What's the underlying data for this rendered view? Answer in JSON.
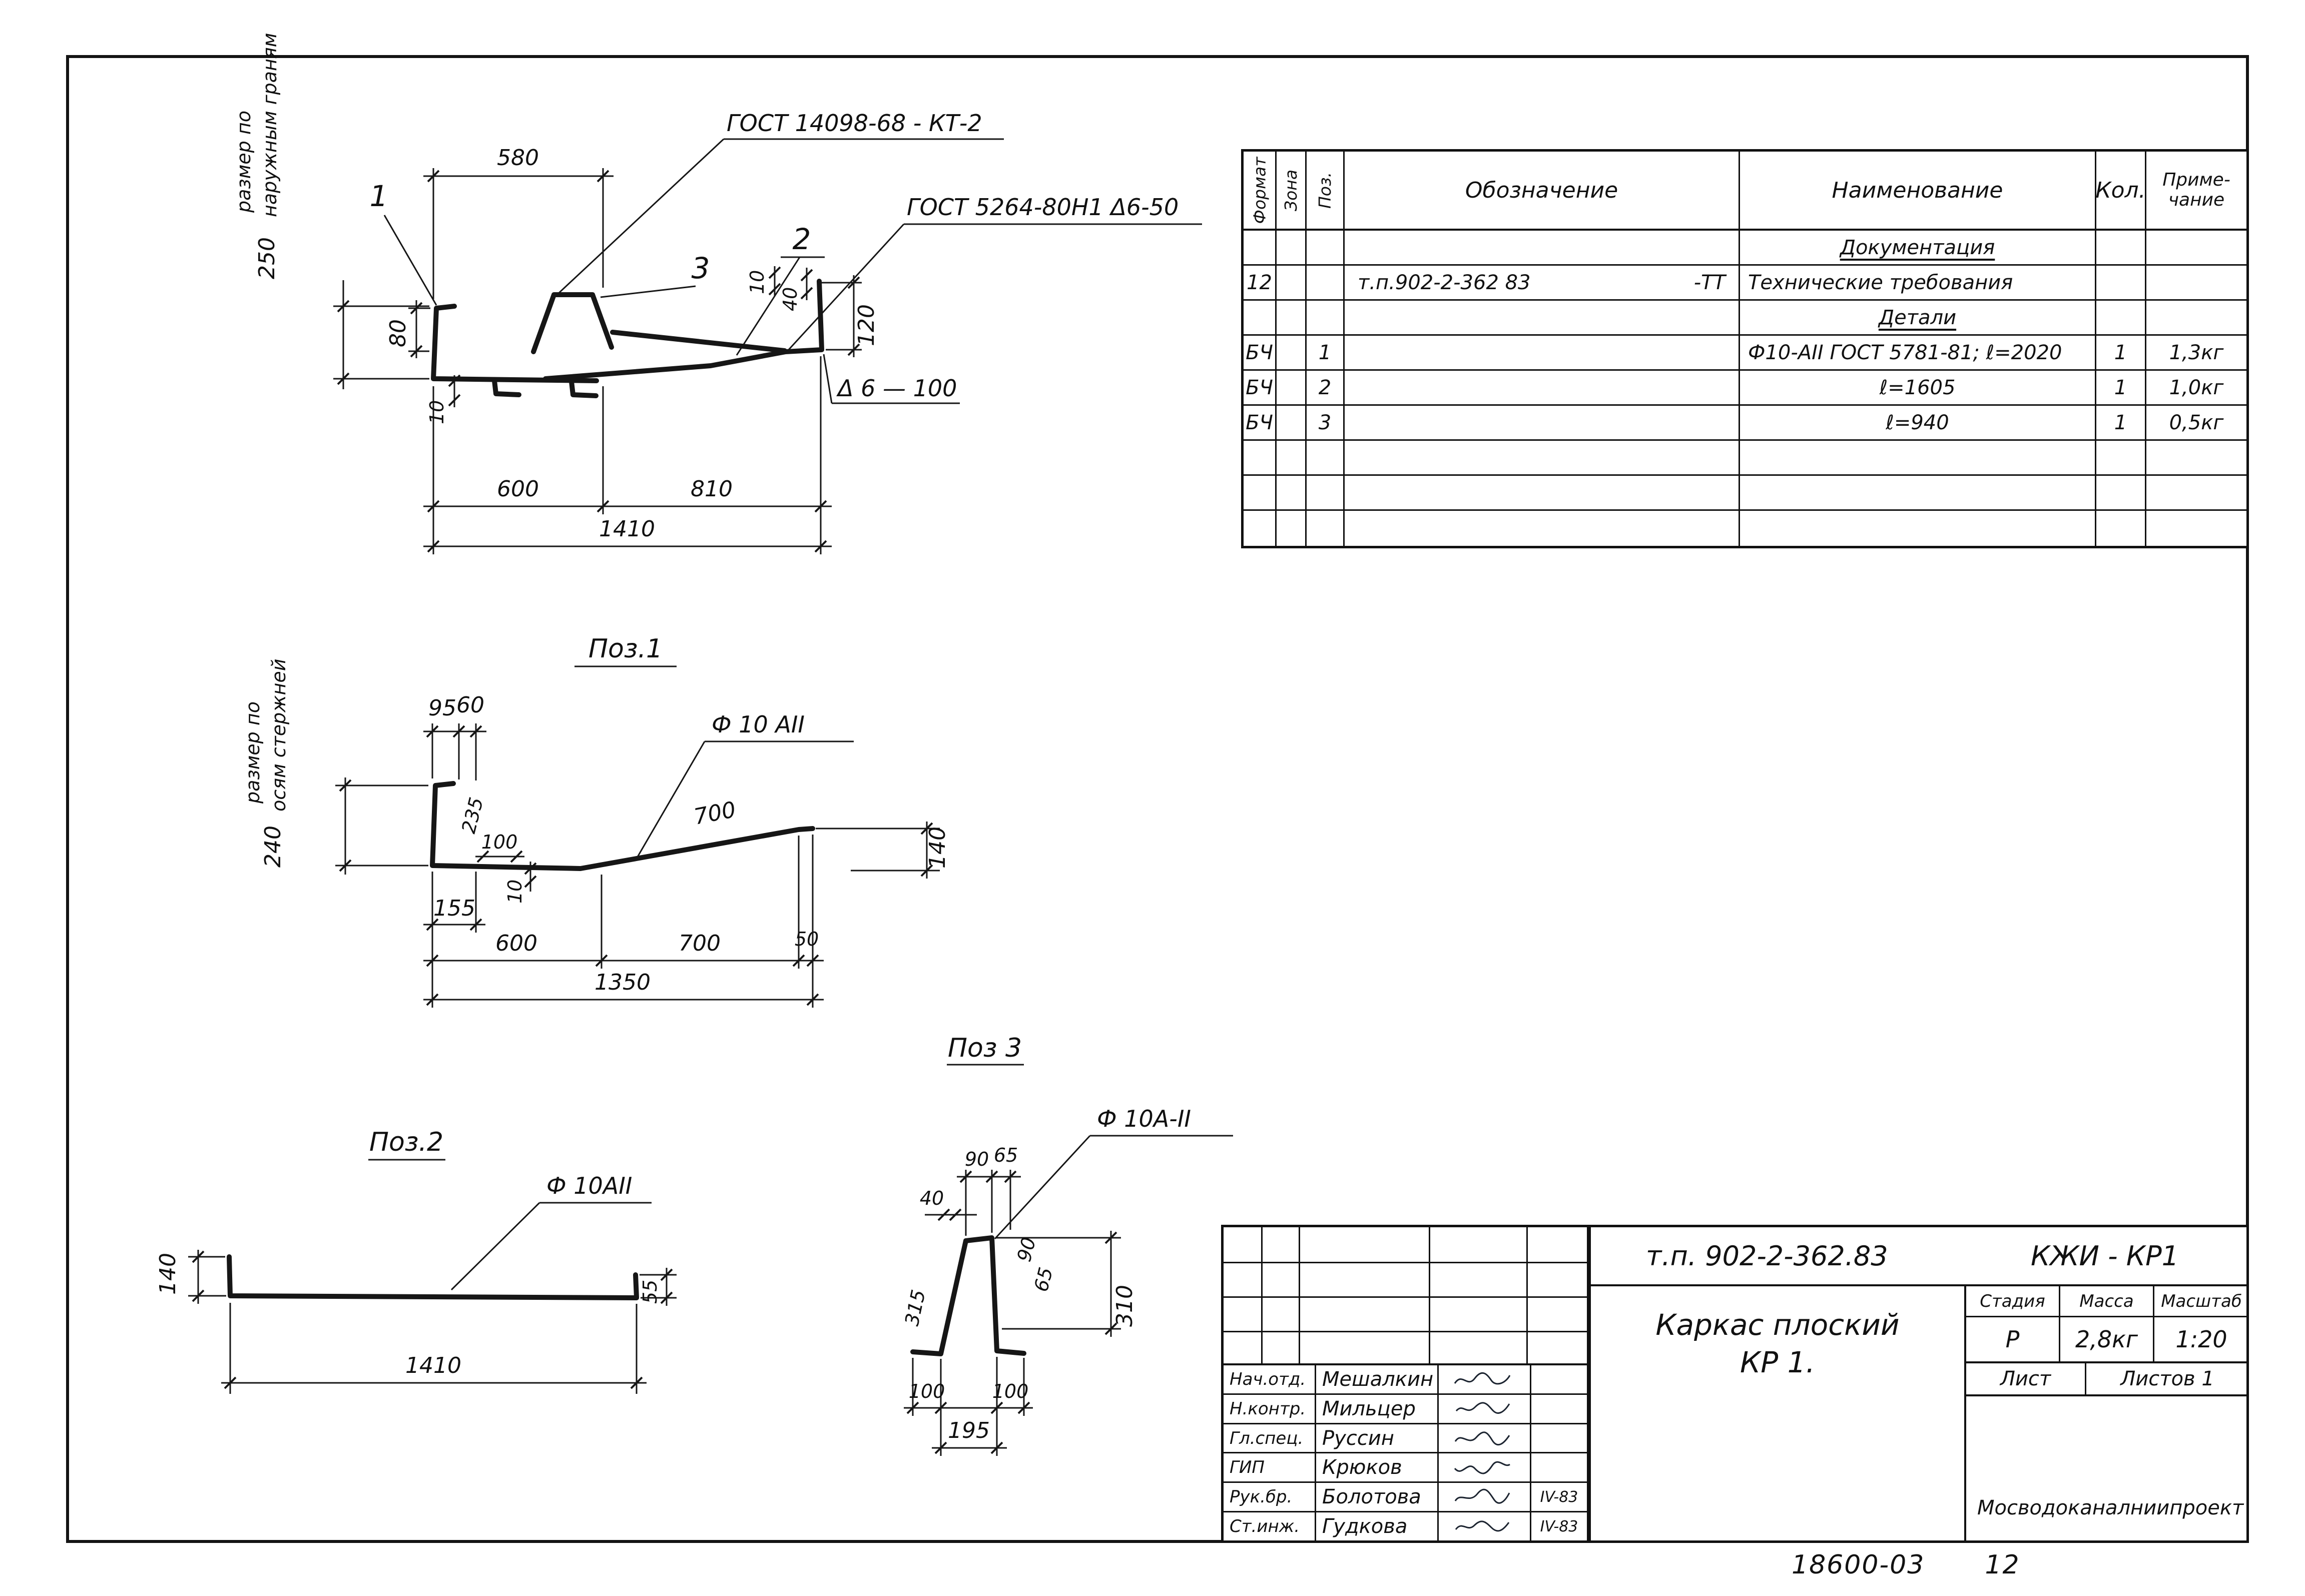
{
  "views": {
    "main": {
      "callout_weld_top": "ГОСТ 14098-68 - КТ-2",
      "callout_weld_side": "ГОСТ 5264-80Н1 Δ6-50",
      "weld_note": "Δ 6 — 100",
      "pos_1": "1",
      "pos_2": "2",
      "pos_3": "3",
      "dim_width_top": "580",
      "dim_height_outer": "250",
      "height_note_1": "размер по",
      "height_note_2": "наружным граням",
      "dim_80": "80",
      "dim_10_bottom": "10",
      "dim_10_end": "10",
      "dim_40_end": "40",
      "dim_120_end": "120",
      "dim_600": "600",
      "dim_810": "810",
      "dim_total": "1410"
    },
    "pos1": {
      "title": "Поз.1",
      "bar_label": "Ф 10 АII",
      "dim_95": "95",
      "dim_60": "60",
      "dim_height_axes": "240",
      "axes_note_1": "размер по",
      "axes_note_2": "осям стержней",
      "dim_235": "235",
      "dim_100": "100",
      "dim_10": "10",
      "dim_700_slope": "700",
      "dim_140": "140",
      "dim_155": "155",
      "dim_600": "600",
      "dim_700": "700",
      "dim_50": "50",
      "dim_total": "1350"
    },
    "pos2": {
      "title": "Поз.2",
      "bar_label": "Ф 10АII",
      "dim_140": "140",
      "dim_55": "55",
      "dim_total": "1410"
    },
    "pos3": {
      "title": "Поз 3",
      "bar_label": "Ф 10А-II",
      "dim_90": "90",
      "dim_65": "65",
      "dim_40": "40",
      "dim_315": "315",
      "dim_90_side": "90",
      "dim_65_side": "65",
      "dim_310": "310",
      "dim_100_left": "100",
      "dim_100_right": "100",
      "dim_195": "195"
    }
  },
  "spec_table": {
    "headers": {
      "format": "Формат",
      "zone": "Зона",
      "pos": "Поз.",
      "designation": "Обозначение",
      "name": "Наименование",
      "qty": "Кол.",
      "note1": "Приме-",
      "note2": "чание"
    },
    "section_documentation": "Документация",
    "section_details": "Детали",
    "rows": [
      {
        "format": "12",
        "designation": "т.п.902-2-362 83",
        "suffix": "-ТТ",
        "name": "Технические требования"
      },
      {
        "format": "БЧ",
        "pos": "1",
        "name": "Ф10-АII ГОСТ 5781-81; ℓ=2020",
        "qty": "1",
        "note": "1,3кг"
      },
      {
        "format": "БЧ",
        "pos": "2",
        "name": "ℓ=1605",
        "qty": "1",
        "note": "1,0кг"
      },
      {
        "format": "БЧ",
        "pos": "3",
        "name": "ℓ=940",
        "qty": "1",
        "note": "0,5кг"
      }
    ]
  },
  "title_block": {
    "designation": "т.п. 902-2-362.83",
    "code": "КЖИ - КР1",
    "title_line1": "Каркас  плоский",
    "title_line2": "КР 1.",
    "stage_label": "Стадия",
    "mass_label": "Масса",
    "scale_label": "Масштаб",
    "stage": "Р",
    "mass": "2,8кг",
    "scale": "1:20",
    "sheet_label": "Лист",
    "sheets_label": "Листов 1",
    "organization": "Мосводоканалниипроект",
    "signatures": [
      {
        "role": "Нач.отд.",
        "name": "Мешалкин",
        "date": ""
      },
      {
        "role": "Н.контр.",
        "name": "Мильцер",
        "date": ""
      },
      {
        "role": "Гл.спец.",
        "name": "Руссин",
        "date": ""
      },
      {
        "role": "ГИП",
        "name": "Крюков",
        "date": ""
      },
      {
        "role": "Рук.бр.",
        "name": "Болотова",
        "date": "IV-83"
      },
      {
        "role": "Ст.инж.",
        "name": "Гудкова",
        "date": "IV-83"
      }
    ]
  },
  "footer": {
    "doc_number": "18600-03",
    "page": "12"
  }
}
